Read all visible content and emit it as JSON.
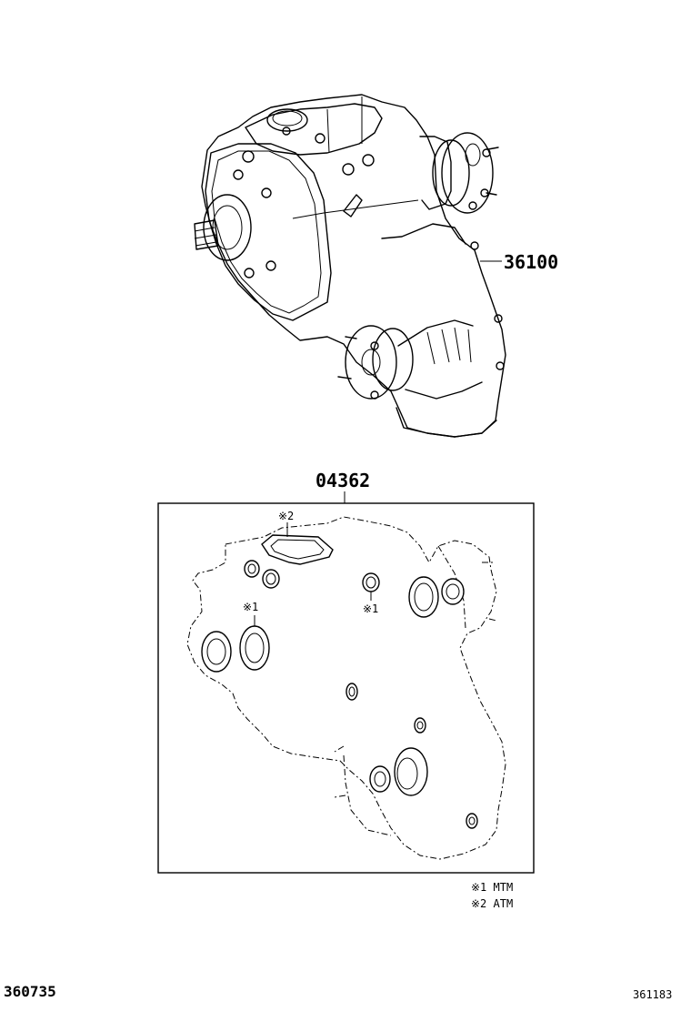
{
  "parts": {
    "transfer_assembly": "36100",
    "gasket_kit": "04362"
  },
  "markers": {
    "mark1": "※1",
    "mark2": "※2"
  },
  "legend": [
    {
      "mark": "※1",
      "text": "MTM"
    },
    {
      "mark": "※2",
      "text": "ATM"
    }
  ],
  "footer": {
    "left_code": "360735",
    "right_code": "361183"
  }
}
